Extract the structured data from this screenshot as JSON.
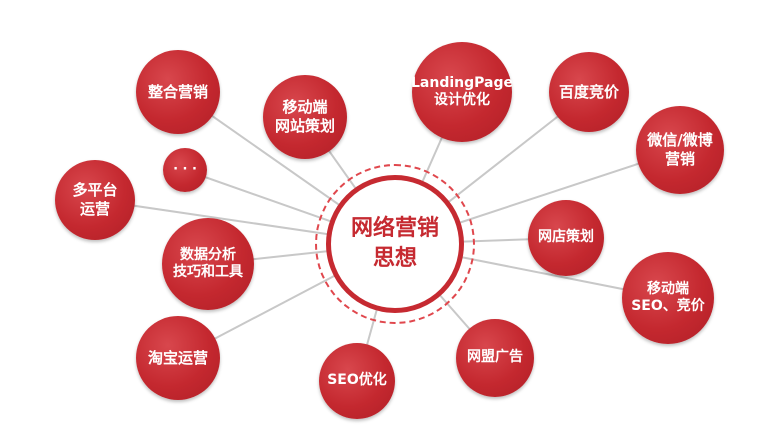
{
  "colors": {
    "node_fill": "#c4282f",
    "line": "#c8c8c8",
    "center_ring": "#c62a31",
    "center_dash": "#e0474d"
  },
  "center": {
    "label": "网络营销\n思想"
  },
  "nodes": [
    {
      "id": "zhenghe",
      "label": "整合营销"
    },
    {
      "id": "yidong-wangzhan",
      "label": "移动端\n网站策划"
    },
    {
      "id": "landingpage",
      "label": "LandingPage\n设计优化"
    },
    {
      "id": "baidu",
      "label": "百度竞价"
    },
    {
      "id": "ellipsis",
      "label": "· · ·"
    },
    {
      "id": "weixin",
      "label": "微信/微博\n营销"
    },
    {
      "id": "duopingtai",
      "label": "多平台\n运营"
    },
    {
      "id": "wangdian",
      "label": "网店策划"
    },
    {
      "id": "shuju",
      "label": "数据分析\n技巧和工具"
    },
    {
      "id": "yidong-seo",
      "label": "移动端\nSEO、竞价"
    },
    {
      "id": "taobao",
      "label": "淘宝运营"
    },
    {
      "id": "seo",
      "label": "SEO优化"
    },
    {
      "id": "wangmeng",
      "label": "网盟广告"
    }
  ]
}
